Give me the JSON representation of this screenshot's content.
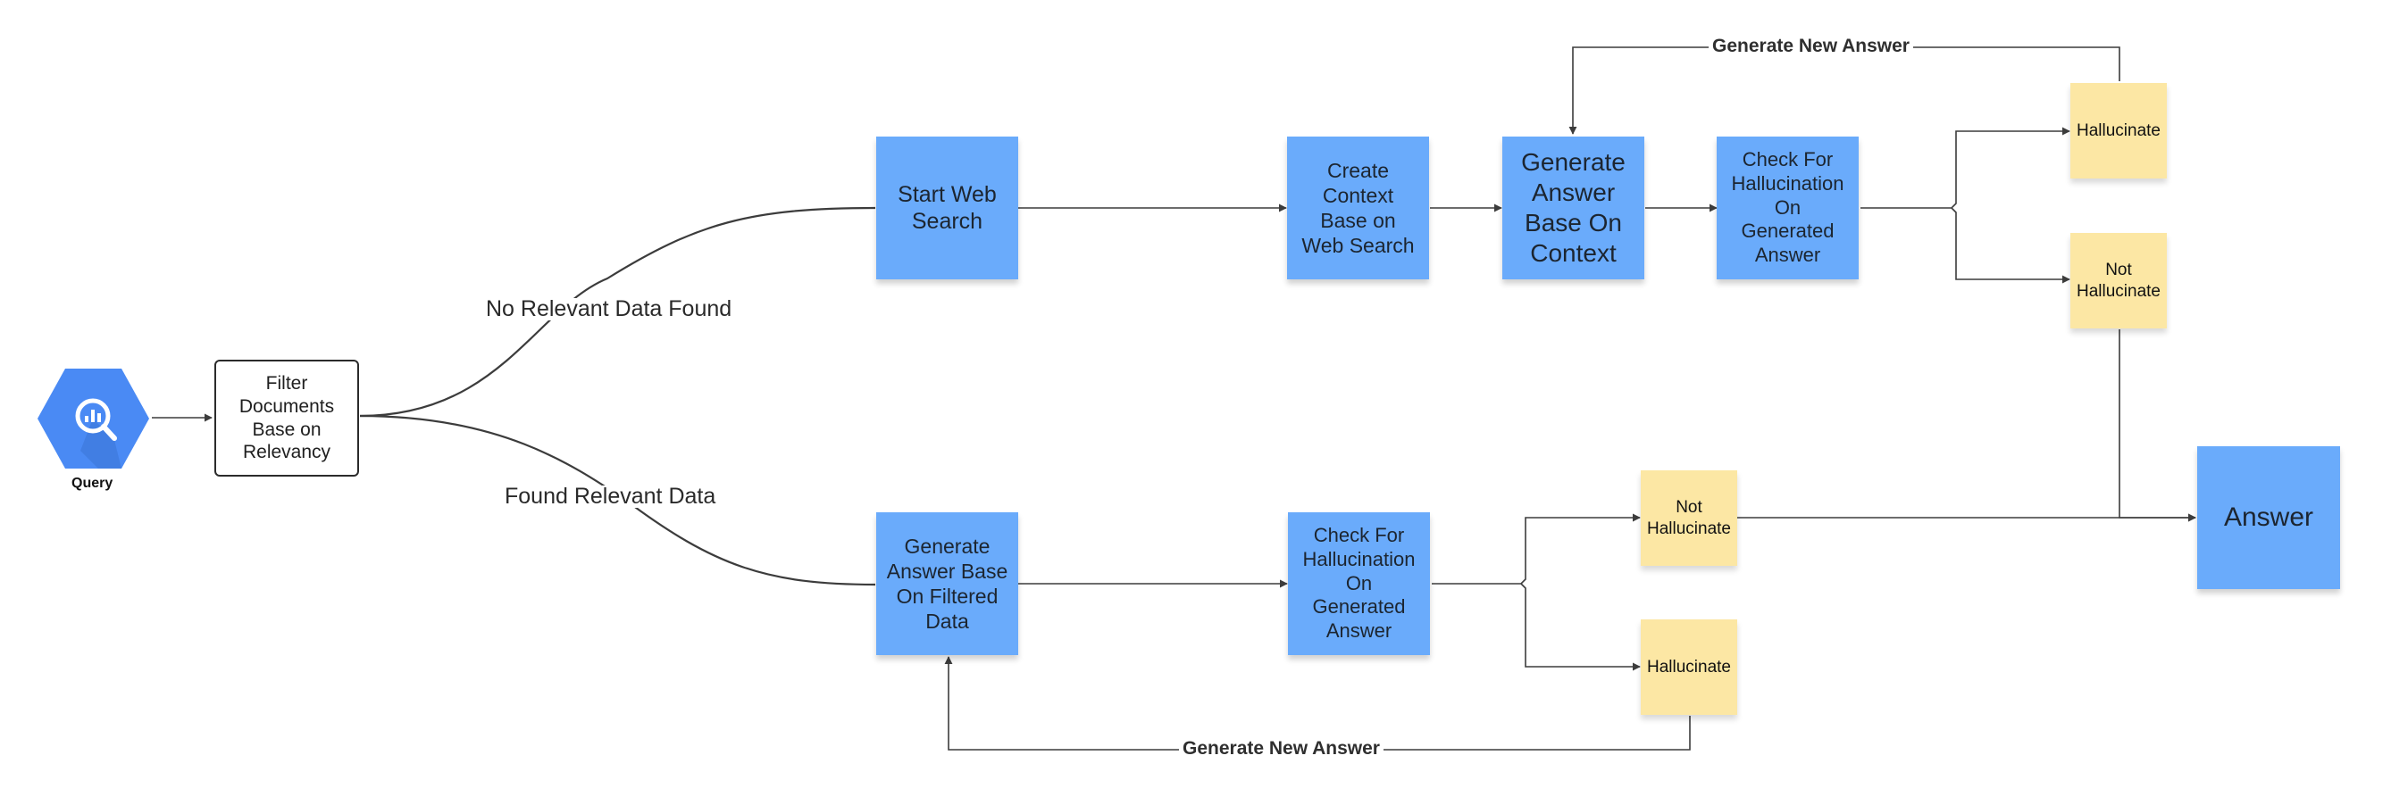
{
  "query": {
    "caption": "Query"
  },
  "nodes": {
    "filter": "Filter\nDocuments\nBase on\nRelevancy",
    "web_search": "Start Web\nSearch",
    "create_context": "Create\nContext\nBase on\nWeb Search",
    "generate_context": "Generate\nAnswer\nBase On\nContext",
    "check_top": "Check For\nHallucination\nOn\nGenerated\nAnswer",
    "hallucinate_top": "Hallucinate",
    "not_hallucinate_top": "Not\nHallucinate",
    "generate_filtered": "Generate\nAnswer Base\nOn Filtered\nData",
    "check_bottom": "Check For\nHallucination\nOn\nGenerated\nAnswer",
    "not_hallucinate_bottom": "Not\nHallucinate",
    "hallucinate_bottom": "Hallucinate",
    "answer": "Answer"
  },
  "edges": {
    "no_relevant": "No Relevant Data Found",
    "found_relevant": "Found Relevant Data",
    "loop_top": "Generate New Answer",
    "loop_bottom": "Generate New Answer"
  },
  "colors": {
    "process_box": "#6aabfb",
    "sticky_note": "#fce7a4",
    "query_icon": "#4a8af4",
    "connector": "#3c3c3c"
  }
}
